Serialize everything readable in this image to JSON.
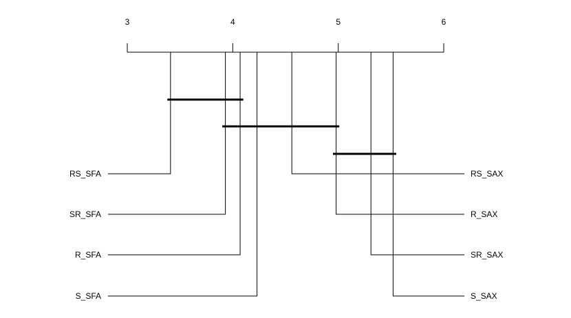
{
  "chart_data": {
    "type": "critical-difference",
    "axis": {
      "min": 3,
      "max": 6,
      "ticks": [
        "3",
        "4",
        "5",
        "6"
      ]
    },
    "left_methods": [
      {
        "name": "RS_SFA",
        "rank": 3.41
      },
      {
        "name": "SR_SFA",
        "rank": 3.93
      },
      {
        "name": "R_SFA",
        "rank": 4.07
      },
      {
        "name": "S_SFA",
        "rank": 4.23
      }
    ],
    "right_methods": [
      {
        "name": "RS_SAX",
        "rank": 4.56
      },
      {
        "name": "R_SAX",
        "rank": 4.98
      },
      {
        "name": "SR_SAX",
        "rank": 5.31
      },
      {
        "name": "S_SAX",
        "rank": 5.52
      }
    ],
    "cliques": [
      {
        "from": 3.38,
        "to": 4.1
      },
      {
        "from": 3.9,
        "to": 5.01
      },
      {
        "from": 4.95,
        "to": 5.55
      }
    ]
  }
}
